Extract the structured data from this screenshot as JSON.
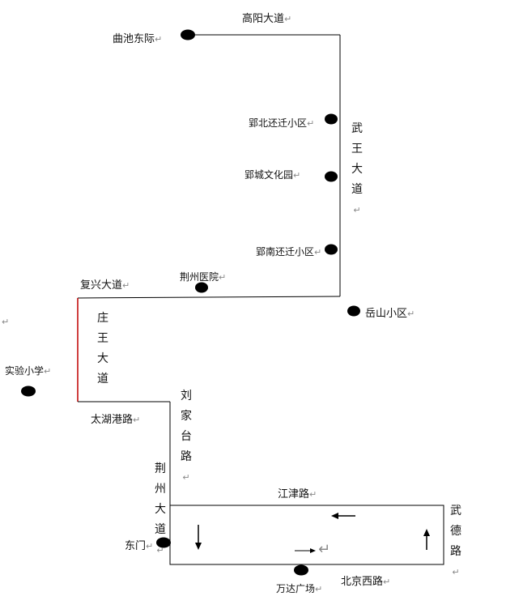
{
  "labels": {
    "gaoyang": "高阳大道",
    "quchi": "曲池东际",
    "yingbei": "郢北还迁小区",
    "yingcheng": "郢城文化园",
    "yingnan": "郢南还迁小区",
    "wuwang": "武王大道",
    "jingzhou_hospital": "荆州医院",
    "fuxing": "复兴大道",
    "yueshan": "岳山小区",
    "zhuangwang": "庄王大道",
    "shiyan": "实验小学",
    "taihu": "太湖港路",
    "liujiatai": "刘家台路",
    "jingzhou_ave": "荆州大道",
    "jiangjin": "江津路",
    "wude": "武德路",
    "dongmen": "东门",
    "wanda": "万达广场",
    "beijing_west": "北京西路"
  },
  "paragraph_mark": "↵",
  "colors": {
    "line": "#000000",
    "highlight": "#c00000",
    "arrow_gray": "#808080"
  }
}
